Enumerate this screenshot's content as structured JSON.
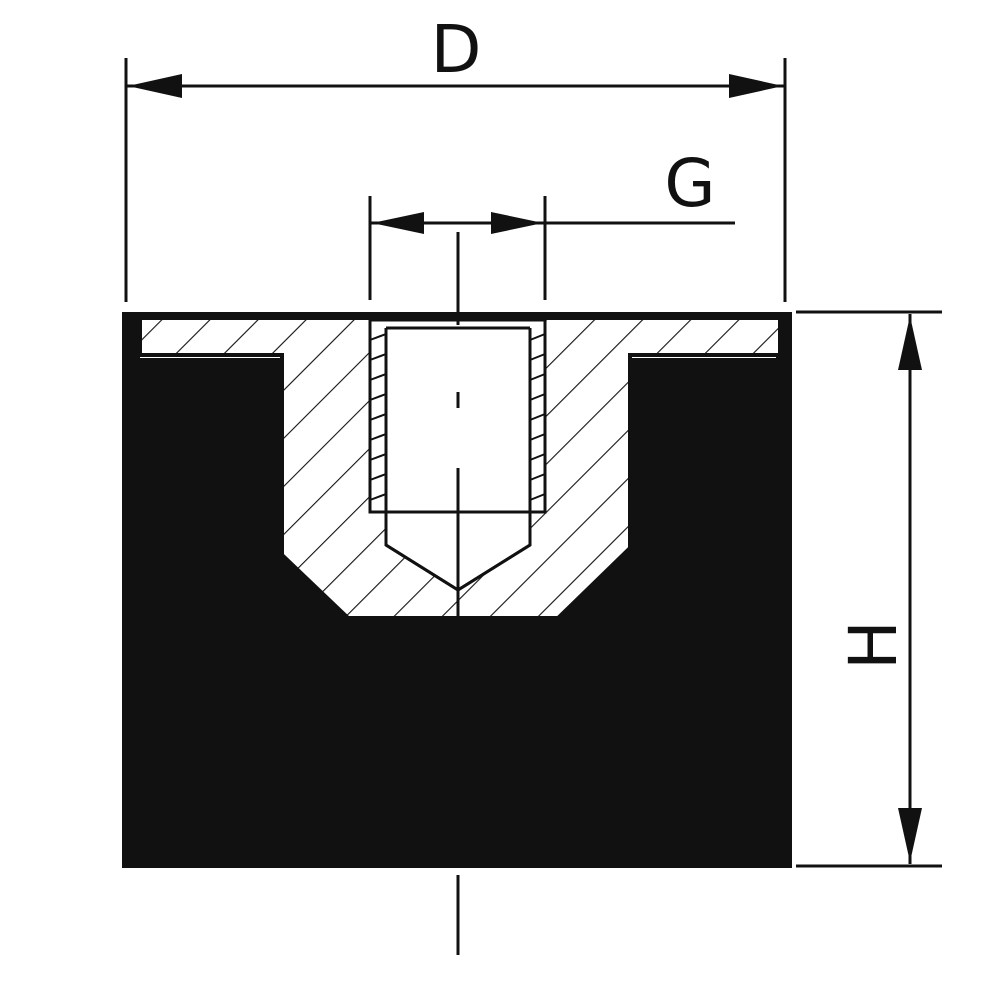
{
  "labels": {
    "diameter": "D",
    "thread": "G",
    "height": "H"
  },
  "colors": {
    "ink": "#111111",
    "paper": "#ffffff"
  }
}
